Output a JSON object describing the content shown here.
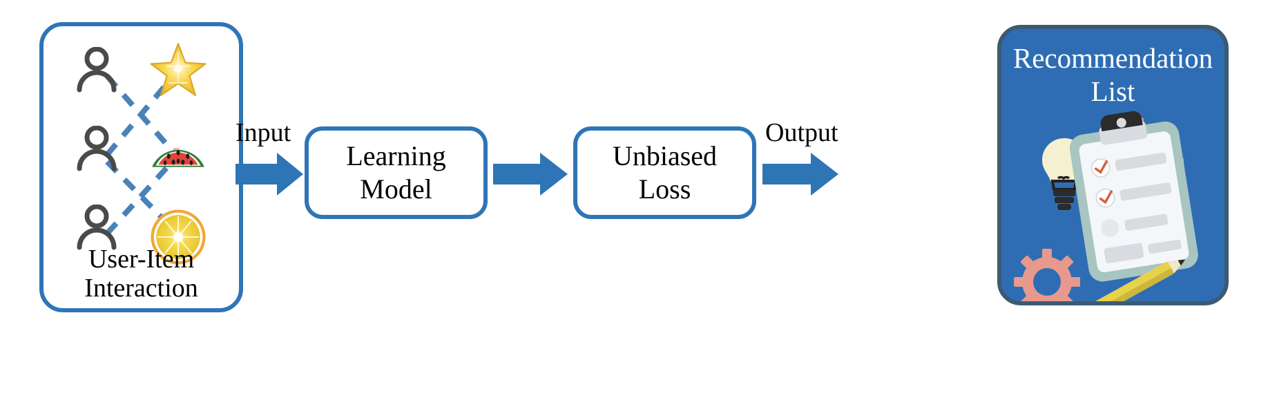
{
  "diagram": {
    "title_semantic": "unbiased-recommendation-pipeline",
    "colors": {
      "accent_blue": "#2E75B6",
      "arrow_blue": "#2E75B6",
      "card_blue": "#2E6DB4",
      "card_border": "#3C5A72",
      "dashed_link": "#4A82B8",
      "person_gray": "#4A4A4A",
      "text_black": "#000000",
      "text_white": "#FFFFFF"
    },
    "input_panel": {
      "caption_line1": "User-Item",
      "caption_line2": "Interaction",
      "users": [
        {
          "id": "user-1",
          "label": "user"
        },
        {
          "id": "user-2",
          "label": "user"
        },
        {
          "id": "user-3",
          "label": "user"
        }
      ],
      "items": [
        {
          "id": "item-starfruit",
          "label": "star fruit",
          "icon": "starfruit-icon"
        },
        {
          "id": "item-watermelon",
          "label": "watermelon",
          "icon": "watermelon-icon"
        },
        {
          "id": "item-orange",
          "label": "orange slice",
          "icon": "orange-slice-icon"
        }
      ],
      "interactions": [
        {
          "from": "user-1",
          "to": "item-watermelon"
        },
        {
          "from": "user-2",
          "to": "item-starfruit"
        },
        {
          "from": "user-2",
          "to": "item-orange"
        },
        {
          "from": "user-3",
          "to": "item-watermelon"
        }
      ],
      "link_style": "dashed"
    },
    "stages": [
      {
        "id": "learning-model",
        "line1": "Learning",
        "line2": "Model"
      },
      {
        "id": "unbiased-loss",
        "line1": "Unbiased",
        "line2": "Loss"
      }
    ],
    "arrows": [
      {
        "id": "arrow-input",
        "label": "Input",
        "direction": "right"
      },
      {
        "id": "arrow-middle",
        "label": "",
        "direction": "right"
      },
      {
        "id": "arrow-output",
        "label": "Output",
        "direction": "right"
      }
    ],
    "labels": {
      "input": "Input",
      "output": "Output"
    },
    "output_panel": {
      "title_line1": "Recommendation",
      "title_line2": "List",
      "artwork": {
        "name": "recommendation-illustration",
        "elements": [
          "lightbulb-icon",
          "clipboard-checklist-icon",
          "gear-icon",
          "small-gear-icon",
          "pencil-icon"
        ],
        "colors": {
          "bulb_glass": "#F5F0D0",
          "bulb_base": "#2B2B2B",
          "gear": "#E8998D",
          "clipboard_frame": "#A8C5C2",
          "clipboard_clip": "#2B2B2B",
          "clipboard_paper": "#D8DCE0",
          "pencil_body": "#E8D24A",
          "pencil_tip": "#2B2B2B",
          "check_mark": "#D9603B"
        },
        "checklist_rows": 4
      }
    }
  }
}
